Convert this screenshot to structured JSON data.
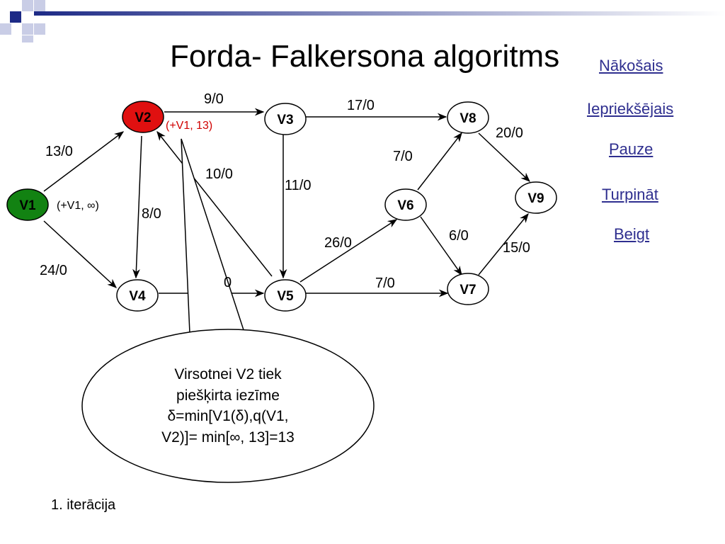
{
  "title": "Forda- Falkersona algoritms",
  "nav": {
    "next": "Nākošais",
    "previous": "Iepriekšējais",
    "pause": "Pauze ",
    "continue": "Turpināt ",
    "end": "Beigt"
  },
  "iteration": "1. iterācija",
  "nodes": {
    "v1": "V1",
    "v2": "V2",
    "v3": "V3",
    "v4": "V4",
    "v5": "V5",
    "v6": "V6",
    "v7": "V7",
    "v8": "V8",
    "v9": "V9"
  },
  "edges": {
    "v1_v2": "13/0",
    "v1_v4": "24/0",
    "v2_v3": "9/0",
    "v2_v4": "8/0",
    "v5_v2": "10/0",
    "v3_v5": "11/0",
    "v3_v8": "17/0",
    "v4_v5": "0",
    "v5_v6": "26/0",
    "v5_v7": "7/0",
    "v6_v8": "7/0",
    "v6_v7": "6/0",
    "v8_v9": "20/0",
    "v7_v9": "15/0"
  },
  "labels": {
    "v1_mark": "(+V1, ∞)",
    "v2_mark": "(+V1, 13)"
  },
  "callout": {
    "line1": "Virsotnei V2 tiek",
    "line2": "piešķirta iezīme",
    "line3": "δ=min[V1(δ),q(V1,",
    "line4": "V2)]= min[∞, 13]=13"
  },
  "colors": {
    "source_node": "#128212",
    "current_node": "#e01010",
    "mark_current": "#d00000",
    "link": "#2f2f8f"
  }
}
